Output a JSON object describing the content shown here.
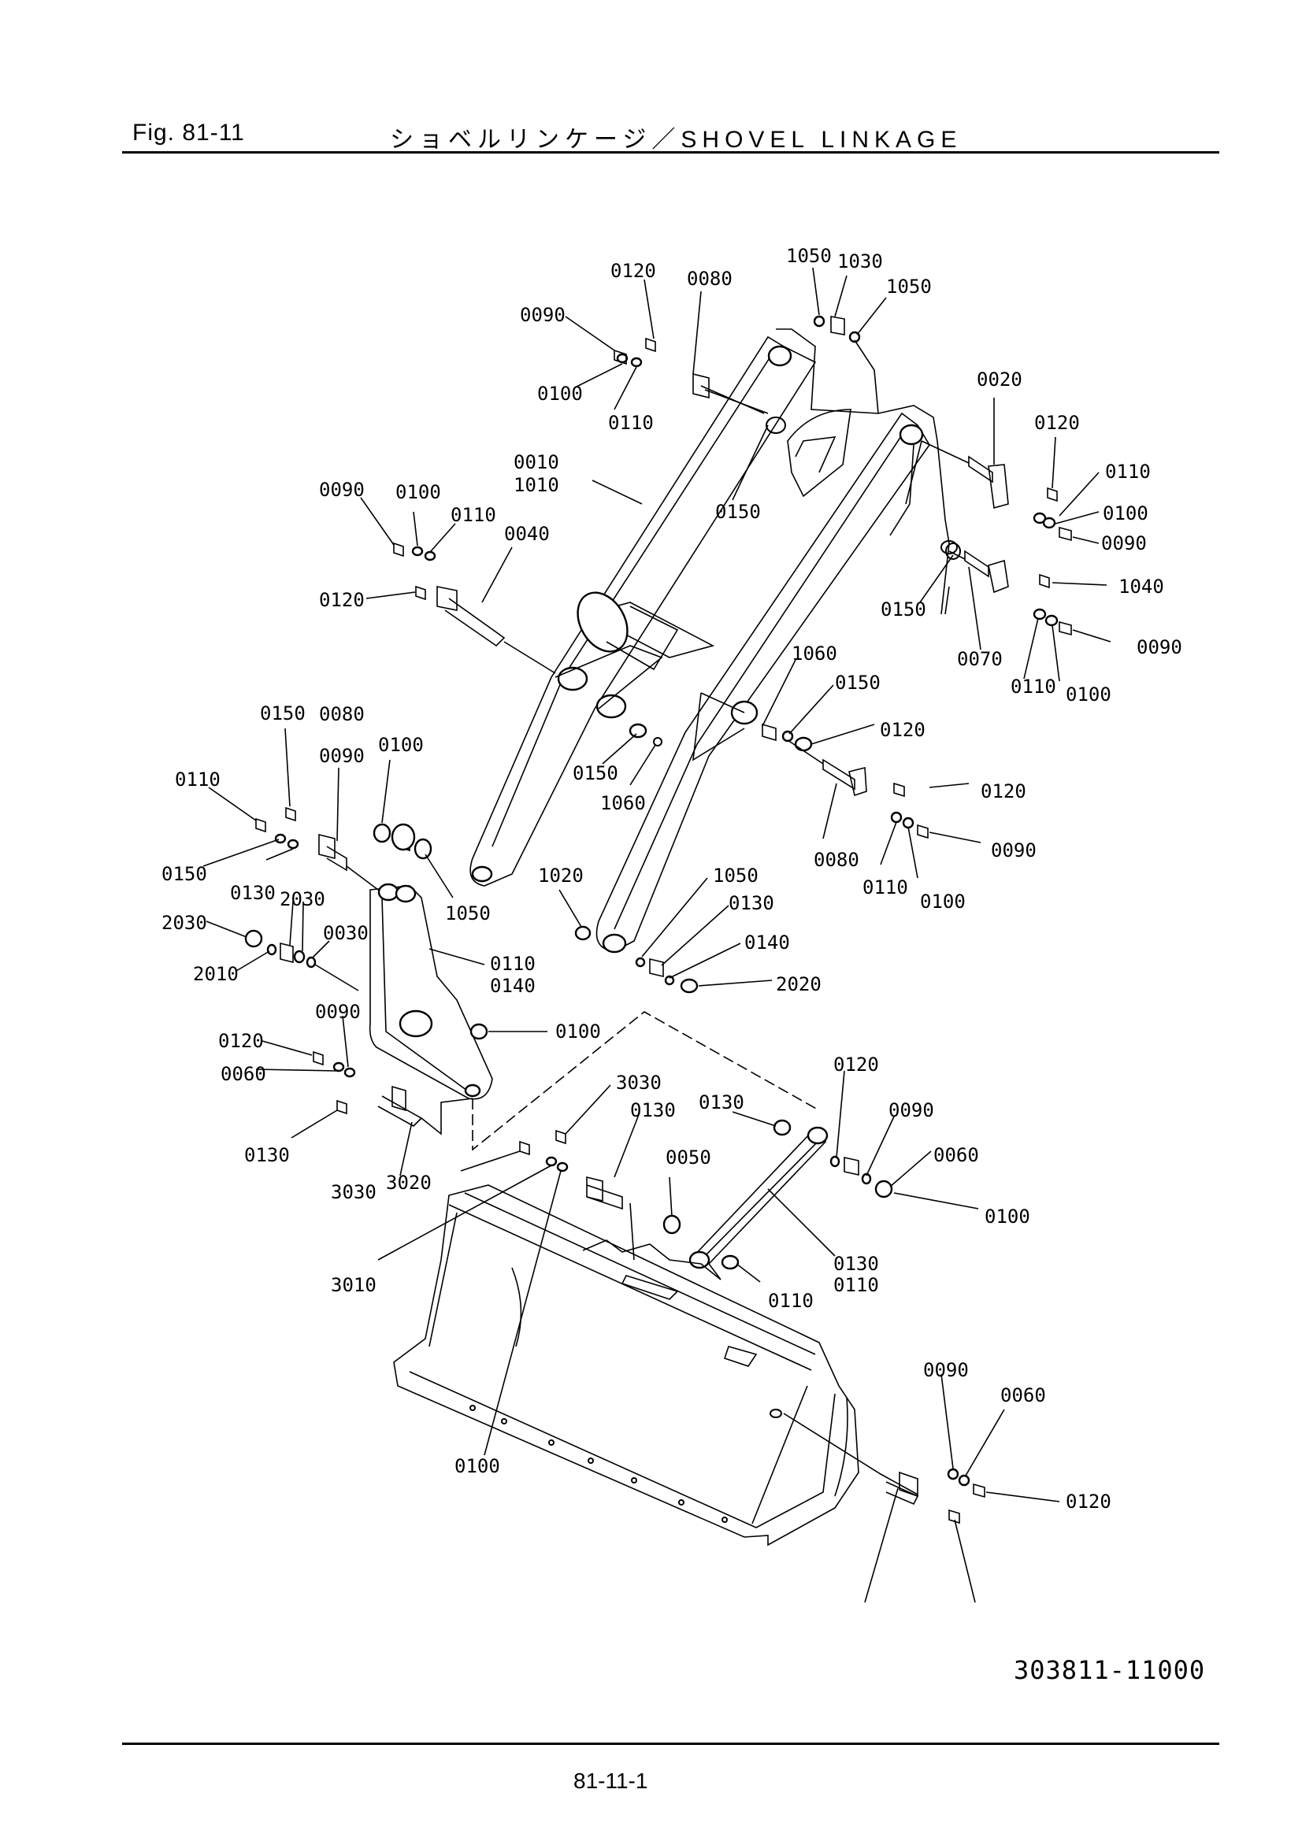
{
  "header": {
    "fig": "Fig.  81-11",
    "title": "ショベルリンケージ／SHOVEL LINKAGE"
  },
  "footer": {
    "doc_number": "303811-11000",
    "page_number": "81-11-1"
  },
  "callouts": [
    "0120",
    "0080",
    "1050",
    "1030",
    "1050",
    "0090",
    "0100",
    "0110",
    "0020",
    "0120",
    "0010",
    "1010",
    "0150",
    "0110",
    "0100",
    "0090",
    "0090",
    "0100",
    "0110",
    "0040",
    "0120",
    "0150",
    "0070",
    "0110",
    "0100",
    "0090",
    "1040",
    "1060",
    "0150",
    "0120",
    "0150",
    "1060",
    "0080",
    "0110",
    "0100",
    "0090",
    "0120",
    "0080",
    "0150",
    "0090",
    "0100",
    "0110",
    "0150",
    "0130",
    "1050",
    "1020",
    "1050",
    "0130",
    "0140",
    "2020",
    "2030",
    "2030",
    "0030",
    "2010",
    "0110",
    "0140",
    "0090",
    "0100",
    "0120",
    "0060",
    "0130",
    "3030",
    "3020",
    "3030",
    "0130",
    "0130",
    "0120",
    "0090",
    "0060",
    "0100",
    "0050",
    "3010",
    "0130",
    "0110",
    "0110",
    "0100",
    "0090",
    "0060",
    "0120"
  ]
}
